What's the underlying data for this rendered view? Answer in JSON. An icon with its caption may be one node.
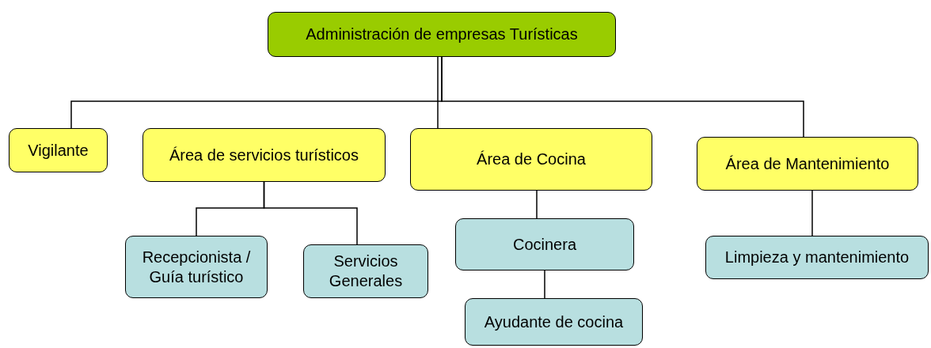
{
  "diagram": {
    "nodes": [
      {
        "text": [
          "Administración  de empresas Turísticas"
        ]
      },
      {
        "text": [
          "Vigilante"
        ]
      },
      {
        "text": [
          "Área de servicios turísticos"
        ]
      },
      {
        "text": [
          "Área de Cocina"
        ]
      },
      {
        "text": [
          "Área de Mantenimiento"
        ]
      },
      {
        "text": [
          "Recepcionista / Guía turístico"
        ]
      },
      {
        "text": [
          "Servicios Generales"
        ]
      },
      {
        "text": [
          "Cocinera"
        ]
      },
      {
        "text": [
          "Ayudante de cocina"
        ]
      },
      {
        "text": [
          "Limpieza y mantenimiento"
        ]
      }
    ],
    "edges": [
      {
        "from": 0,
        "to": 1,
        "arrow": "none"
      },
      {
        "from": 0,
        "to": 3,
        "arrow": "none"
      },
      {
        "from": 0,
        "to": 4,
        "arrow": "none"
      },
      {
        "from": 2,
        "to": 5,
        "arrow": "none"
      },
      {
        "from": 2,
        "to": 6,
        "arrow": "none"
      },
      {
        "from": 3,
        "to": 7,
        "arrow": "none"
      },
      {
        "from": 7,
        "to": 8,
        "arrow": "none"
      },
      {
        "from": 4,
        "to": 9,
        "arrow": "none"
      }
    ]
  }
}
